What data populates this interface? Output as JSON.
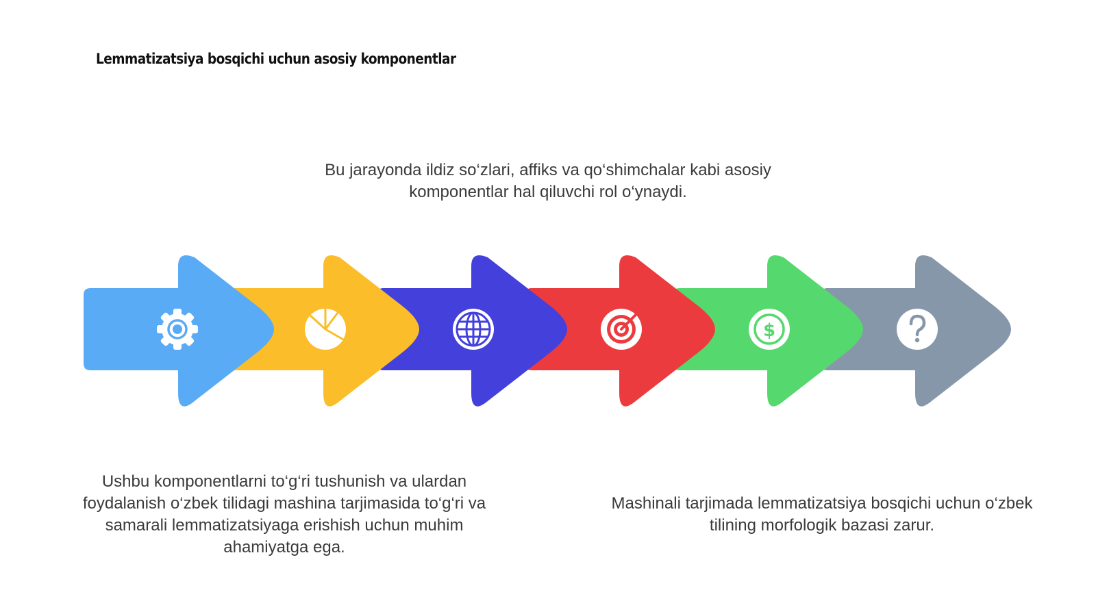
{
  "title": "Lemmatizatsiya bosqichi uchun asosiy komponentlar",
  "texts": {
    "top": "Bu jarayonda ildiz so‘zlari, affiks va qo‘shimchalar kabi asosiy komponentlar hal qiluvchi rol o‘ynaydi.",
    "bottom_left": "Ushbu komponentlarni to‘g‘ri tushunish va ulardan foydalanish o‘zbek tilidagi mashina tarjimasida to‘g‘ri va samarali lemmatizatsiyaga erishish uchun muhim ahamiyatga ega.",
    "bottom_right": "Mashinali tarjimada lemmatizatsiya bosqichi uchun o‘zbek tilining morfologik bazasi zarur."
  },
  "arrows": [
    {
      "icon": "gear-icon",
      "color": "#5aabf5"
    },
    {
      "icon": "pie-chart-icon",
      "color": "#fbbd29"
    },
    {
      "icon": "globe-icon",
      "color": "#4340dc"
    },
    {
      "icon": "target-icon",
      "color": "#ec3b3f"
    },
    {
      "icon": "dollar-coin-icon",
      "color": "#55d86d"
    },
    {
      "icon": "question-icon",
      "color": "#8797aa"
    }
  ]
}
